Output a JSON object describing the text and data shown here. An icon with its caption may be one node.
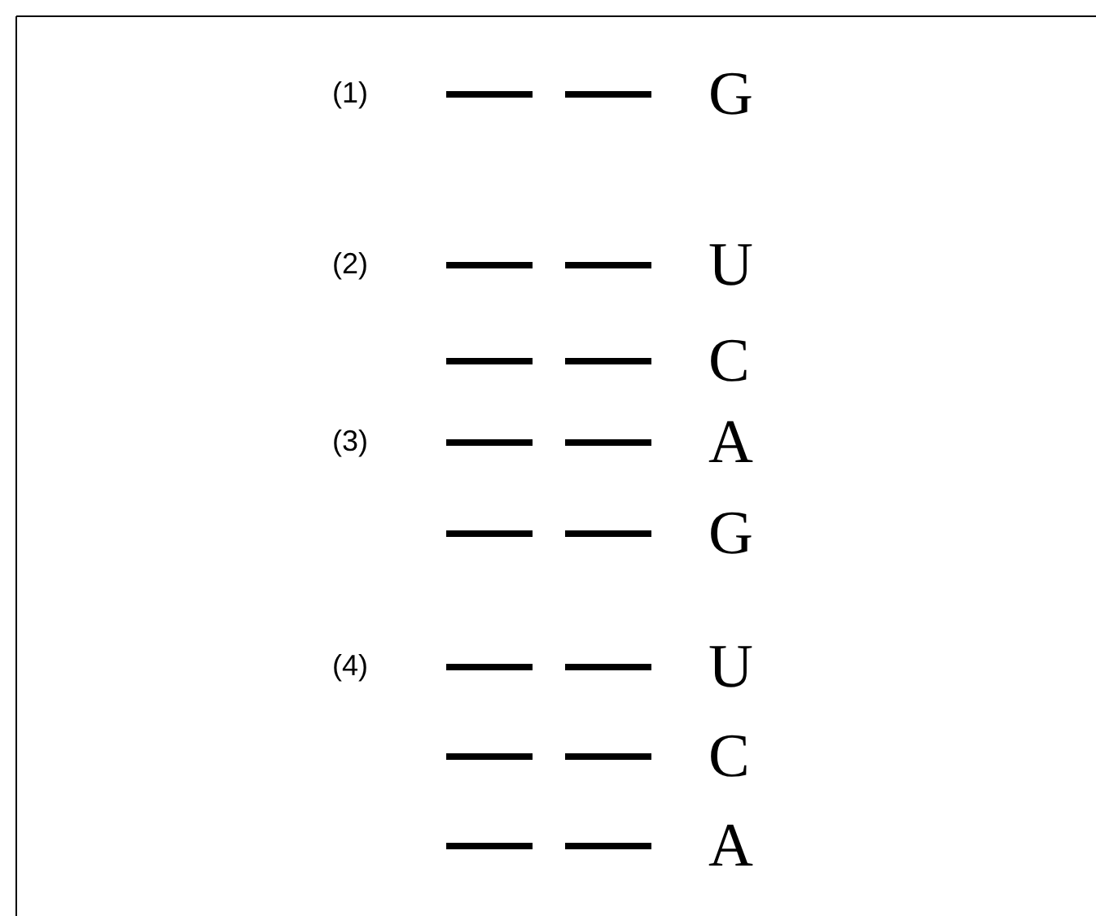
{
  "diagram": {
    "labels": [
      "(1)",
      "G",
      "(2)",
      "U",
      "C",
      "(3)",
      "A",
      "G",
      "(4)",
      "U",
      "C",
      "A"
    ]
  }
}
